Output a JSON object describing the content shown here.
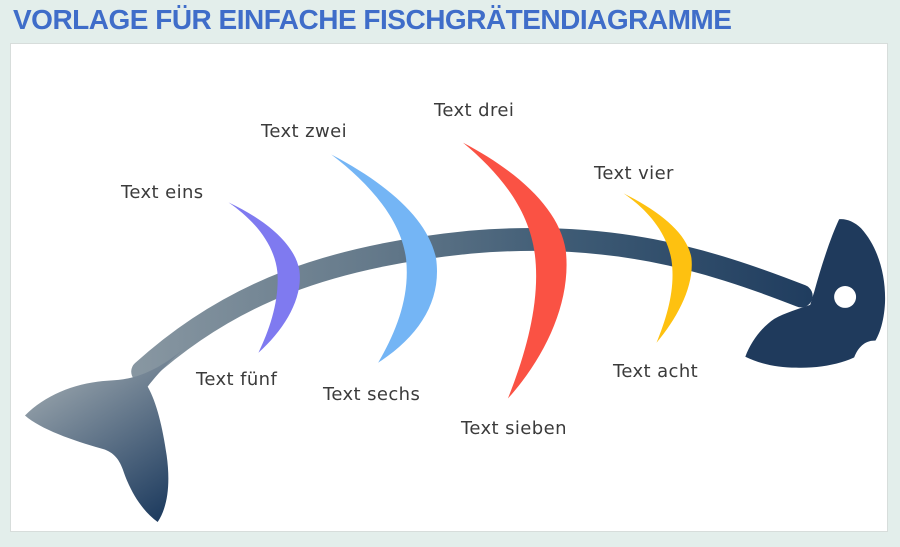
{
  "header": {
    "title": "VORLAGE FÜR EINFACHE FISCHGRÄTENDIAGRAMME"
  },
  "theme": {
    "page_background": "#e3eeeb",
    "canvas_background": "#ffffff",
    "title_color": "#3f6dc9",
    "label_color": "#3b3b3b",
    "head_color": "#1f3a5c",
    "eye_color": "#ffffff",
    "spine_gradient": [
      "#8796a1",
      "#64798a",
      "#3d5a74",
      "#203d5f"
    ],
    "tail_gradient": [
      "#8f9ca6",
      "#1c3a5e"
    ]
  },
  "diagram": {
    "type": "fishbone",
    "bones": [
      {
        "name": "bone-1",
        "color": "#7f7af0",
        "top_label": "Text eins",
        "bottom_label": "Text fünf"
      },
      {
        "name": "bone-2",
        "color": "#74b5f5",
        "top_label": "Text zwei",
        "bottom_label": "Text sechs"
      },
      {
        "name": "bone-3",
        "color": "#fa5244",
        "top_label": "Text drei",
        "bottom_label": "Text sieben"
      },
      {
        "name": "bone-4",
        "color": "#fec110",
        "top_label": "Text vier",
        "bottom_label": "Text acht"
      }
    ]
  }
}
